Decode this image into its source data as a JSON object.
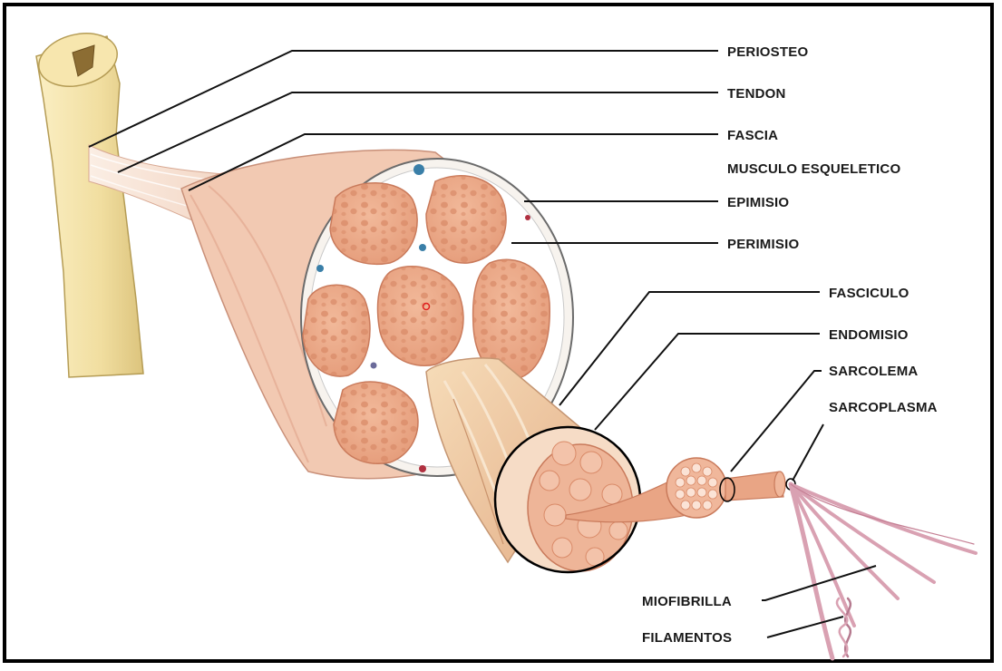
{
  "labels": {
    "periosteo": "PERIOSTEO",
    "tendon": "TENDON",
    "fascia": "FASCIA",
    "musculo": "MUSCULO ESQUELETICO",
    "epimisio": "EPIMISIO",
    "perimisio": "PERIMISIO",
    "fasciculo": "FASCICULO",
    "endomisio": "ENDOMISIO",
    "sarcolema": "SARCOLEMA",
    "sarcoplasma": "SARCOPLASMA",
    "miofibrilla": "MIOFIBRILLA",
    "filamentos": "FILAMENTOS"
  },
  "colors": {
    "bone": "#f1dea0",
    "muscle": "#f2c9b2",
    "fascicle": "#eaa686",
    "fibril": "#d98a68",
    "membrane": "#f7f3ee",
    "line": "#111111"
  }
}
